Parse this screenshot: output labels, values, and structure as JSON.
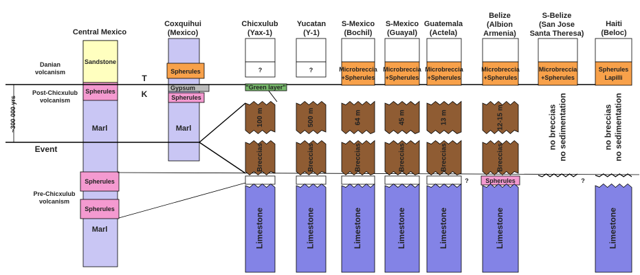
{
  "colors": {
    "sandstone": "#ffffbf",
    "marl": "#c9c6f4",
    "limestone": "#8383e6",
    "orange_unit": "#f8a14a",
    "pink_unit": "#f49ad0",
    "breccia_brown": "#8f5c33",
    "green_layer": "#76b86a",
    "gypsum_gray": "#bdbdbd",
    "line": "#000000"
  },
  "left_labels": {
    "danian": [
      "Danian",
      "volcanism"
    ],
    "post": [
      "Post-Chicxulub",
      "volcanism"
    ],
    "event": "Event",
    "pre": [
      "Pre-Chicxulub",
      "volcanism"
    ],
    "time": "~300 000 yrs"
  },
  "boundary": {
    "t": "T",
    "k": "K"
  },
  "columns": [
    {
      "key": "central-mexico",
      "title": [
        "Central Mexico"
      ],
      "units": {
        "sandstone": "Sandstone",
        "spherules_post": "Spherules",
        "marl_upper": "Marl",
        "spherules_pre_1": "Spherules",
        "spherules_pre_2": "Spherules",
        "marl_lower": "Marl"
      }
    },
    {
      "key": "coxquihui",
      "title": [
        "Coxquihui",
        "(Mexico)"
      ],
      "units": {
        "spherules": "Spherules",
        "gypsum": "Gypsum",
        "spherules_small": "Spherules",
        "marl": "Marl"
      }
    },
    {
      "key": "chicxulub",
      "title": [
        "Chicxulub",
        "(Yax-1)"
      ],
      "units": {
        "top": "?",
        "green": "\"Green layer\"",
        "thickness": "100 m",
        "breccias": "Breccias",
        "limestone": "Limestone"
      }
    },
    {
      "key": "yucatan",
      "title": [
        "Yucatan",
        "(Y-1)"
      ],
      "units": {
        "top": "?",
        "thickness": "500 m",
        "breccias": "Breccias",
        "limestone": "Limestone"
      }
    },
    {
      "key": "bochil",
      "title": [
        "S-Mexico",
        "(Bochil)"
      ],
      "units": {
        "top_1": "Microbreccia",
        "top_2": "+Spherules",
        "thickness": "64 m",
        "breccias": "Breccias",
        "limestone": "Limestone"
      }
    },
    {
      "key": "guayal",
      "title": [
        "S-Mexico",
        "(Guayal)"
      ],
      "units": {
        "top_1": "Microbreccia",
        "top_2": "+Spherules",
        "thickness": "45 m",
        "breccias": "Breccias",
        "limestone": "Limestone"
      }
    },
    {
      "key": "guatemala",
      "title": [
        "Guatemala",
        "(Actela)"
      ],
      "units": {
        "top_1": "Microbreccia",
        "top_2": "+Spherules",
        "thickness": "13 m",
        "breccias": "Breccias",
        "limestone": "Limestone",
        "q": "?"
      }
    },
    {
      "key": "belize",
      "title": [
        "Belize",
        "(Albion",
        "Armenia)"
      ],
      "units": {
        "top_1": "Microbreccia",
        "top_2": "+Spherules",
        "thickness": "12-15 m",
        "breccias": "Breccias",
        "spherules": "Spherules",
        "limestone": "Limestone"
      }
    },
    {
      "key": "s-belize",
      "title": [
        "S-Belize",
        "(San Jose",
        "Santa Theresa)"
      ],
      "units": {
        "top_1": "Microbreccia",
        "top_2": "+Spherules",
        "no_1": "no breccias",
        "no_2": "no sedimentation",
        "q": "?"
      }
    },
    {
      "key": "haiti",
      "title": [
        "Haiti",
        "(Beloc)"
      ],
      "units": {
        "top_1": "Spherules",
        "top_2": "Lapilli",
        "no_1": "no breccias",
        "no_2": "no sedimentation",
        "limestone": "Limestone"
      }
    }
  ]
}
